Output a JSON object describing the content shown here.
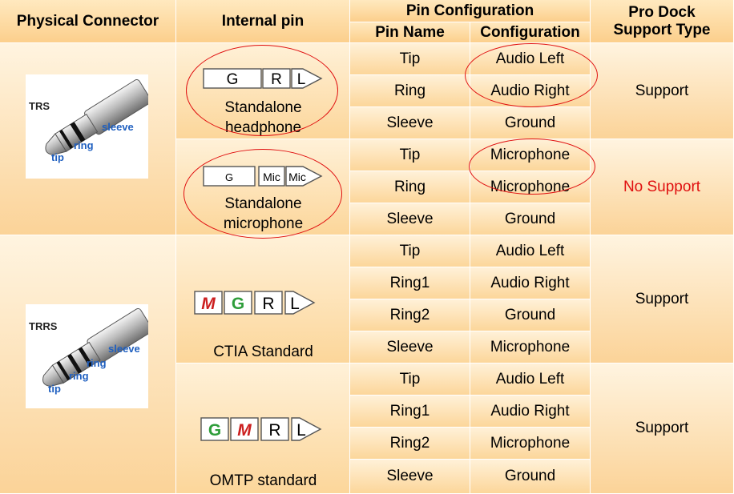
{
  "header": {
    "physical_connector": "Physical Connector",
    "internal_pin": "Internal pin",
    "pin_configuration": "Pin Configuration",
    "pin_name": "Pin Name",
    "configuration": "Configuration",
    "pro_dock_line1": "Pro Dock",
    "pro_dock_line2": "Support Type"
  },
  "connectors": [
    {
      "type": "TRS",
      "labels": {
        "sleeve": "sleeve",
        "ring": "ring",
        "tip": "tip"
      }
    },
    {
      "type": "TRRS",
      "labels": {
        "sleeve": "sleeve",
        "ring1": "ring",
        "ring2": "ring",
        "tip": "tip"
      }
    }
  ],
  "internal_pins": [
    {
      "label_line1": "Standalone",
      "label_line2": "headphone",
      "segments": [
        "G",
        "R",
        "L"
      ]
    },
    {
      "label_line1": "Standalone",
      "label_line2": "microphone",
      "segments": [
        "G",
        "Mic",
        "Mic"
      ]
    },
    {
      "label": "CTIA Standard",
      "segments": [
        "M",
        "G",
        "R",
        "L"
      ]
    },
    {
      "label": "OMTP standard",
      "segments": [
        "G",
        "M",
        "R",
        "L"
      ]
    }
  ],
  "rows": [
    {
      "pin": "Tip",
      "config": "Audio Left"
    },
    {
      "pin": "Ring",
      "config": "Audio Right"
    },
    {
      "pin": "Sleeve",
      "config": "Ground"
    },
    {
      "pin": "Tip",
      "config": "Microphone"
    },
    {
      "pin": "Ring",
      "config": "Microphone"
    },
    {
      "pin": "Sleeve",
      "config": "Ground"
    },
    {
      "pin": "Tip",
      "config": "Audio Left"
    },
    {
      "pin": "Ring1",
      "config": "Audio Right"
    },
    {
      "pin": "Ring2",
      "config": "Ground"
    },
    {
      "pin": "Sleeve",
      "config": "Microphone"
    },
    {
      "pin": "Tip",
      "config": "Audio Left"
    },
    {
      "pin": "Ring1",
      "config": "Audio Right"
    },
    {
      "pin": "Ring2",
      "config": "Microphone"
    },
    {
      "pin": "Sleeve",
      "config": "Ground"
    }
  ],
  "support": [
    {
      "text": "Support",
      "color": "#000000"
    },
    {
      "text": "No Support",
      "color": "#e01010"
    },
    {
      "text": "Support",
      "color": "#000000"
    },
    {
      "text": "Support",
      "color": "#000000"
    }
  ],
  "colors": {
    "highlight": "#e01010",
    "mic_red": "#cc1f1f",
    "ground_green": "#2e9d3a",
    "plug_label": "#2060c0"
  }
}
